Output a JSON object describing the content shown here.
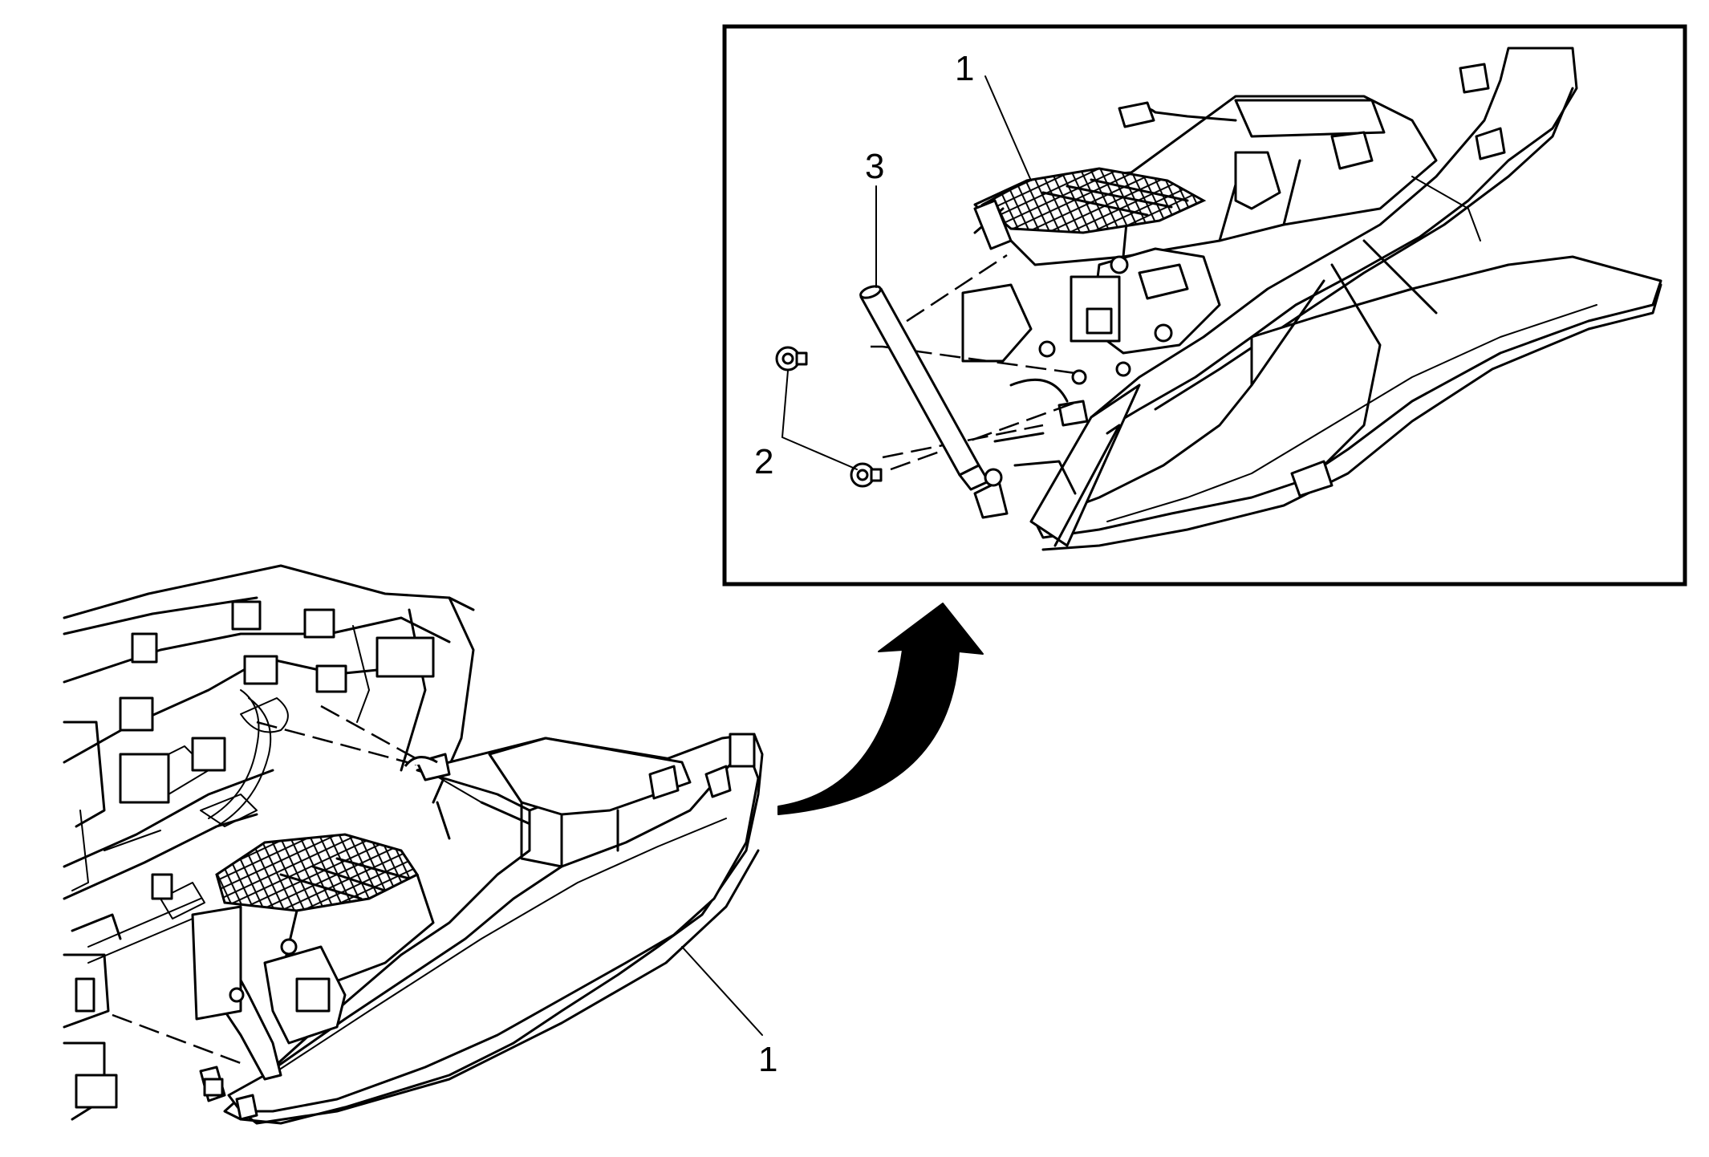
{
  "callouts": {
    "main_view_part": "1",
    "detail_part_1": "1",
    "detail_part_2": "2",
    "detail_part_3": "3"
  },
  "colors": {
    "line": "#000000",
    "background": "#ffffff"
  }
}
